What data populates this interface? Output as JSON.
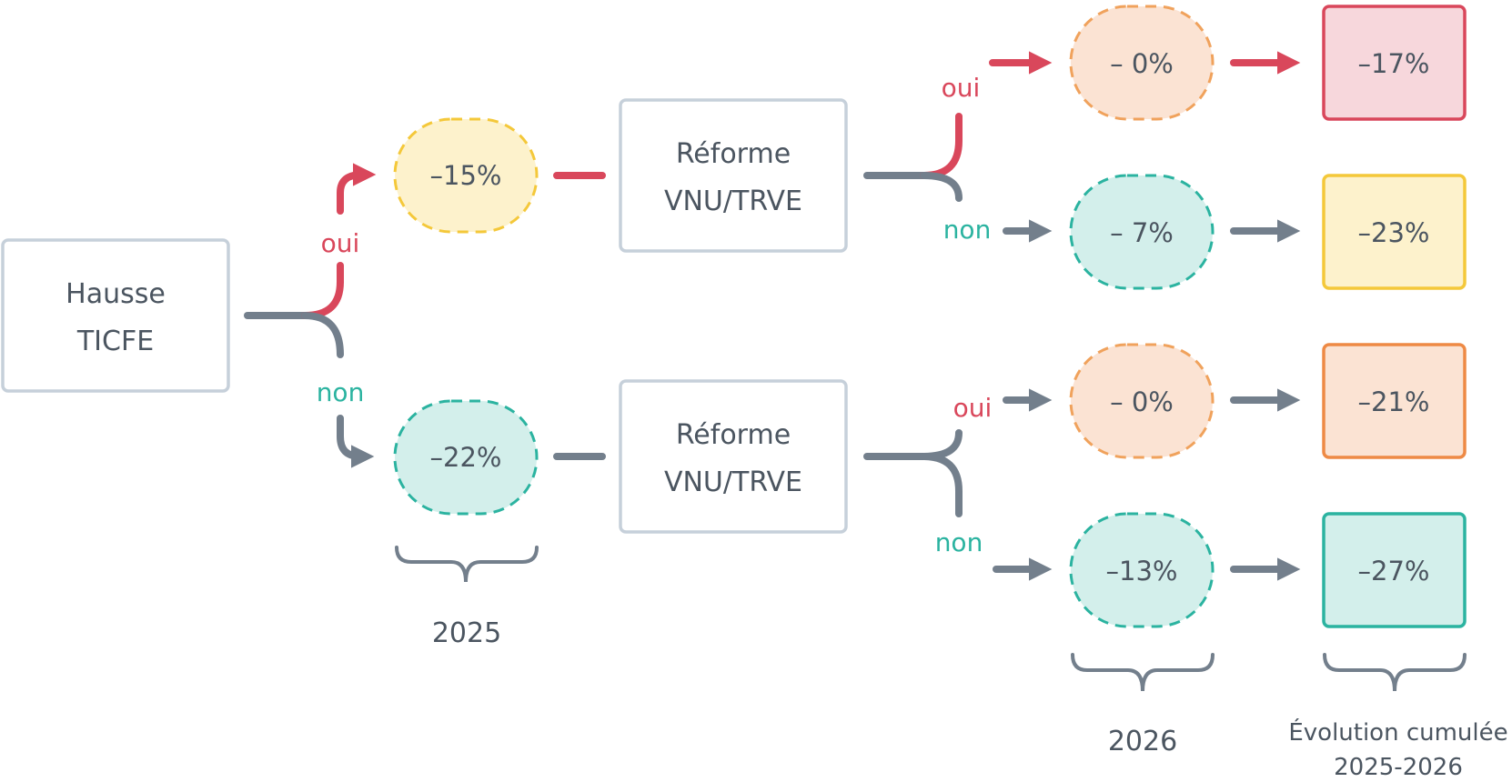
{
  "colors": {
    "red": "#d9475b",
    "teal": "#2bb3a0",
    "gray": "#737f8c",
    "text": "#4b5560",
    "box_border": "#c6d0da",
    "yellow_fill": "#fdf2cc",
    "yellow_border": "#f4c83a",
    "teal_fill": "#d3efeb",
    "orange_fill": "#fbe3d3",
    "orange_border": "#f0a25c",
    "pink_fill": "#f7d7dc",
    "orange_box_border": "#ee8a45"
  },
  "start": {
    "line1": "Hausse",
    "line2": "TICFE"
  },
  "reform_top": {
    "line1": "Réforme",
    "line2": "VNU/TRVE"
  },
  "reform_bottom": {
    "line1": "Réforme",
    "line2": "VNU/TRVE"
  },
  "labels": {
    "oui": "oui",
    "non": "non"
  },
  "y2025": {
    "oui": "–15%",
    "non": "–22%"
  },
  "y2026": [
    "– 0%",
    "– 7%",
    "– 0%",
    "–13%"
  ],
  "cumul": [
    "–17%",
    "–23%",
    "–21%",
    "–27%"
  ],
  "captions": {
    "y2025": "2025",
    "y2026": "2026",
    "cumul_line1": "Évolution cumulée",
    "cumul_line2": "2025-2026"
  }
}
